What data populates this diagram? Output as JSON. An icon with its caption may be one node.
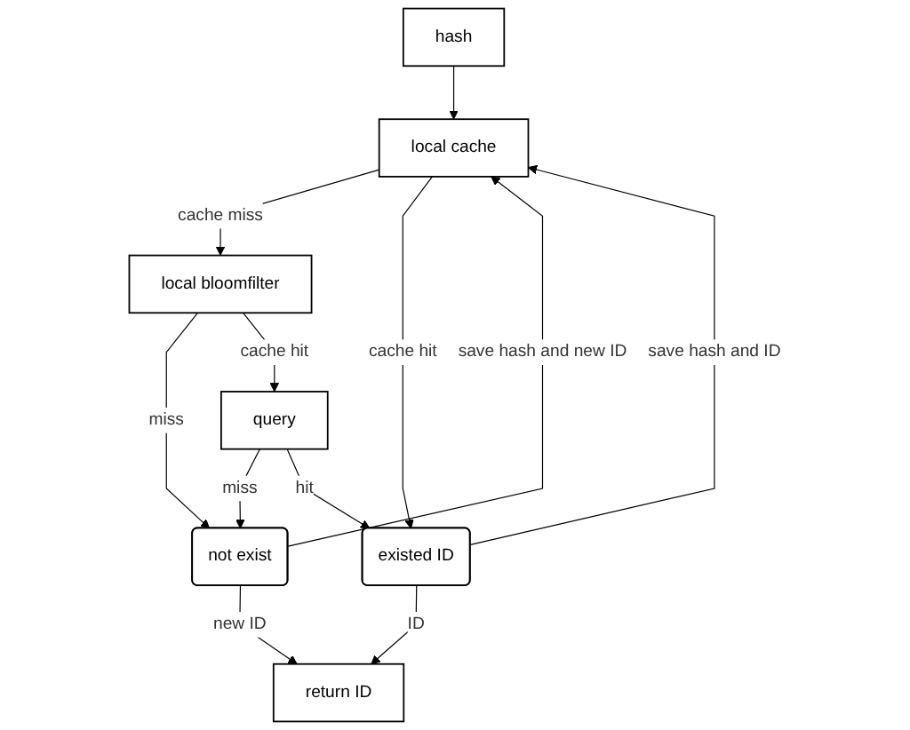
{
  "diagram": {
    "nodes": [
      {
        "text": [
          "hash"
        ]
      },
      {
        "text": [
          "local cache"
        ]
      },
      {
        "text": [
          "local bloomfilter"
        ]
      },
      {
        "text": [
          "not exist"
        ]
      },
      {
        "text": [
          "query"
        ]
      },
      {
        "text": [
          "existed ID"
        ]
      },
      {
        "text": [
          "return ID"
        ]
      }
    ],
    "edges": [
      {
        "from": 0,
        "to": 1,
        "arrow": "to"
      },
      {
        "from": 3,
        "to": 1,
        "label": "save hash and new ID",
        "arrow": "to"
      },
      {
        "from": 5,
        "to": 1,
        "label": "save hash and ID",
        "arrow": "to"
      },
      {
        "from": 1,
        "to": 2,
        "label": "cache miss",
        "arrow": "to"
      },
      {
        "from": 2,
        "to": 3,
        "label": "miss",
        "arrow": "to"
      },
      {
        "from": 2,
        "to": 4,
        "label": "cache hit",
        "arrow": "to"
      },
      {
        "from": 1,
        "to": 5,
        "label": "cache hit",
        "arrow": "to"
      },
      {
        "from": 4,
        "to": 3,
        "label": "miss",
        "arrow": "to"
      },
      {
        "from": 4,
        "to": 5,
        "label": "hit",
        "arrow": "to"
      },
      {
        "from": 3,
        "to": 6,
        "label": "new ID",
        "arrow": "to"
      },
      {
        "from": 5,
        "to": 6,
        "label": "ID",
        "arrow": "to"
      }
    ]
  }
}
